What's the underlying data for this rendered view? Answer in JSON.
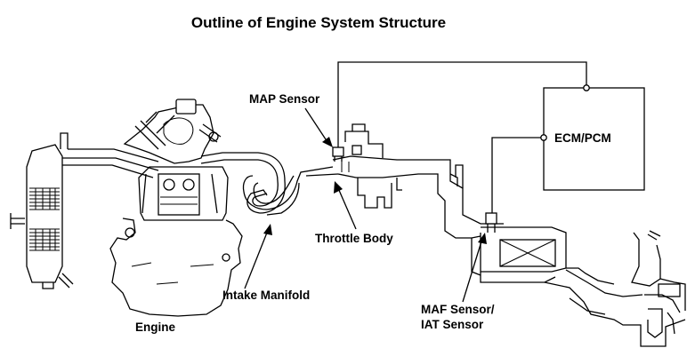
{
  "title": "Outline of Engine System Structure",
  "labels": {
    "map_sensor": "MAP Sensor",
    "ecm": "ECM/PCM",
    "throttle_body": "Throttle Body",
    "intake_manifold": "Intake Manifold",
    "maf_line1": "MAF Sensor/",
    "maf_line2": "IAT Sensor",
    "engine": "Engine"
  }
}
